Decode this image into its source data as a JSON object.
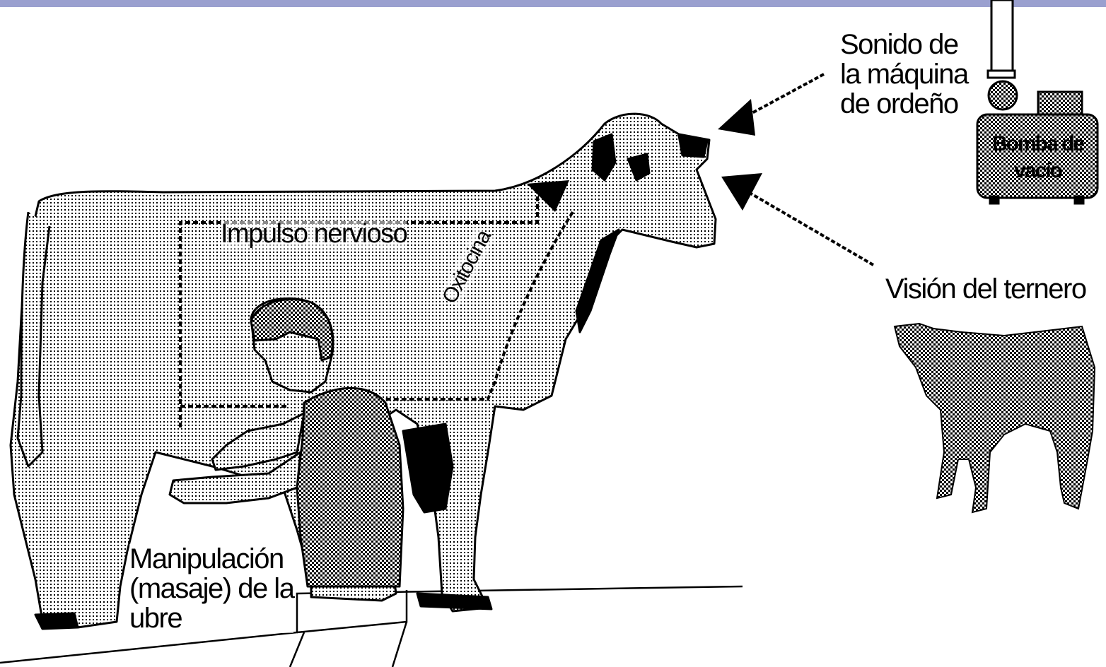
{
  "labels": {
    "sound": [
      "Sonido de",
      "la máquina",
      "de ordeño"
    ],
    "pump_box": [
      "Bomba de",
      "vacío"
    ],
    "vision": "Visión del ternero",
    "nerve": "Impulso nervioso",
    "oxytocin": "Oxitocina",
    "massage": [
      "Manipulación",
      "(masaje) de la",
      "ubre"
    ]
  },
  "colors": {
    "top_bar": "#9aa0cf",
    "ink": "#000000",
    "background": "#ffffff"
  }
}
